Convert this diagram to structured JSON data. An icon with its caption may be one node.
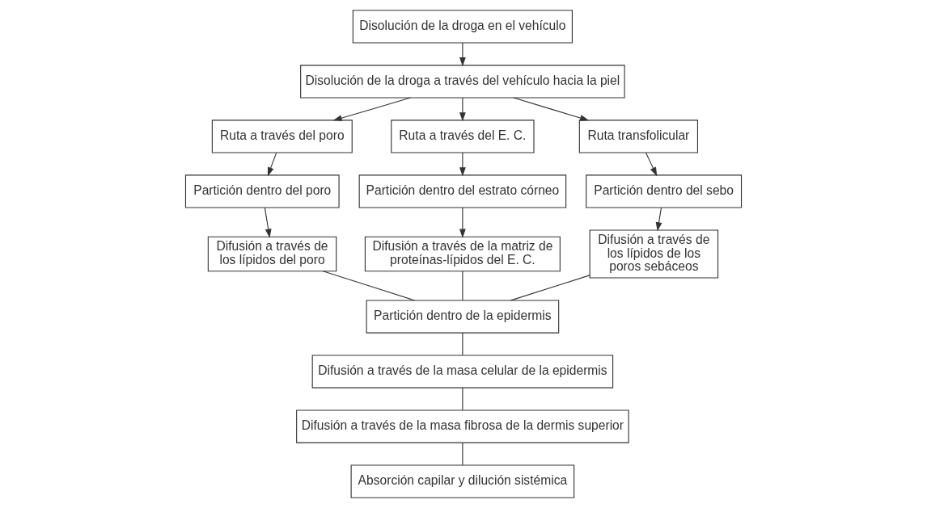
{
  "diagram": {
    "nodes": [
      {
        "text": [
          "Disolución de la droga en el vehículo"
        ]
      },
      {
        "text": [
          "Disolución de la droga a través del vehículo hacia la piel"
        ]
      },
      {
        "text": [
          "Ruta a través del poro"
        ]
      },
      {
        "text": [
          "Ruta a través del E. C."
        ]
      },
      {
        "text": [
          "Ruta transfolicular"
        ]
      },
      {
        "text": [
          "Partición dentro del poro"
        ]
      },
      {
        "text": [
          "Partición dentro del estrato córneo"
        ]
      },
      {
        "text": [
          "Partición dentro del sebo"
        ]
      },
      {
        "text": [
          "Difusión a través de los lípidos del poro"
        ]
      },
      {
        "text": [
          "Difusión a través de la matriz de proteínas-lípidos del E. C."
        ]
      },
      {
        "text": [
          "Difusión a través de los lípidos de los poros sebáceos"
        ]
      },
      {
        "text": [
          "Partición dentro de la epidermis"
        ]
      },
      {
        "text": [
          "Difusión a través de la masa celular de la epidermis"
        ]
      },
      {
        "text": [
          "Difusión a través de la masa fibrosa de la dermis superior"
        ]
      },
      {
        "text": [
          "Absorción capilar y dilución sistémica"
        ]
      }
    ],
    "edges": [
      {
        "from": 0,
        "to": 1,
        "arrow": "to"
      },
      {
        "from": 1,
        "to": 2,
        "arrow": "to"
      },
      {
        "from": 1,
        "to": 3,
        "arrow": "to"
      },
      {
        "from": 1,
        "to": 4,
        "arrow": "to"
      },
      {
        "from": 2,
        "to": 5,
        "arrow": "to"
      },
      {
        "from": 3,
        "to": 6,
        "arrow": "to"
      },
      {
        "from": 4,
        "to": 7,
        "arrow": "to"
      },
      {
        "from": 5,
        "to": 8,
        "arrow": "to"
      },
      {
        "from": 6,
        "to": 9,
        "arrow": "to"
      },
      {
        "from": 7,
        "to": 10,
        "arrow": "to"
      },
      {
        "from": 8,
        "to": 11,
        "arrow": "none"
      },
      {
        "from": 9,
        "to": 11,
        "arrow": "none"
      },
      {
        "from": 10,
        "to": 11,
        "arrow": "none"
      },
      {
        "from": 11,
        "to": 12,
        "arrow": "none"
      },
      {
        "from": 12,
        "to": 13,
        "arrow": "none"
      },
      {
        "from": 13,
        "to": 14,
        "arrow": "none"
      }
    ]
  }
}
